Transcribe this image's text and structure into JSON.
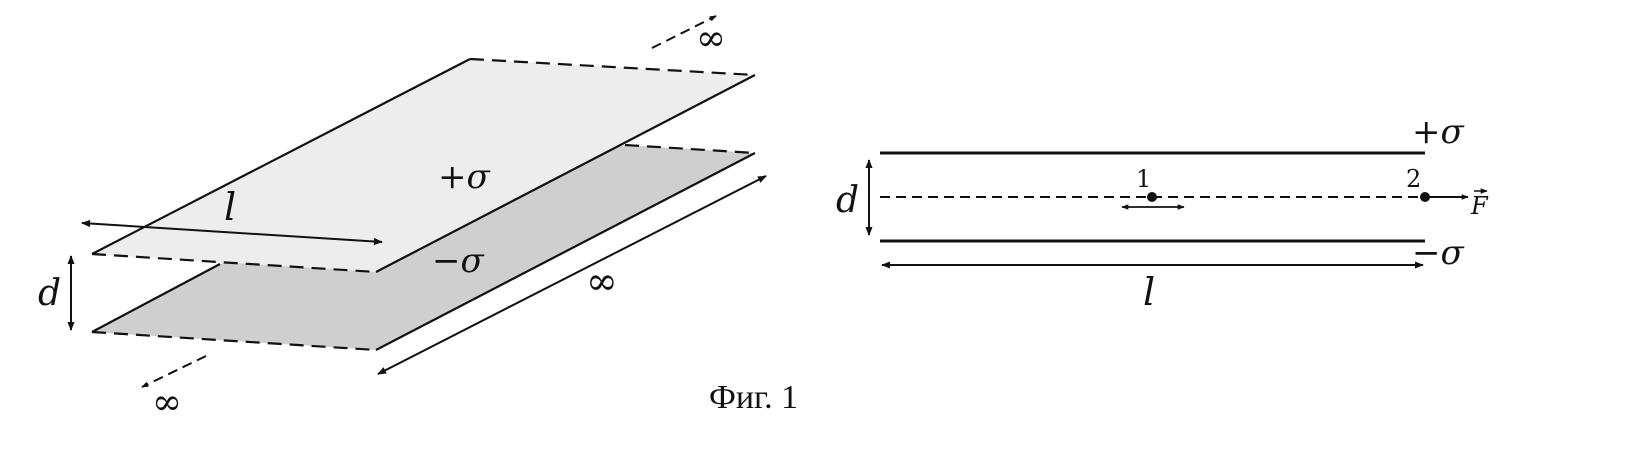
{
  "left_figure": {
    "plus_sigma": "+σ",
    "minus_sigma": "−σ",
    "length_label": "l",
    "gap_label": "d",
    "infinity_top": "∞",
    "infinity_bottom": "∞",
    "infinity_side": "∞"
  },
  "right_figure": {
    "plus_sigma": "+σ",
    "minus_sigma": "−σ",
    "gap_label": "d",
    "length_label": "l",
    "point_1": "1",
    "point_2": "2",
    "force_label": "F"
  },
  "caption": "Фиг. 1",
  "colors": {
    "top_plate": "#ededed",
    "bottom_plate": "#cfcfcf",
    "ink": "#111111"
  }
}
